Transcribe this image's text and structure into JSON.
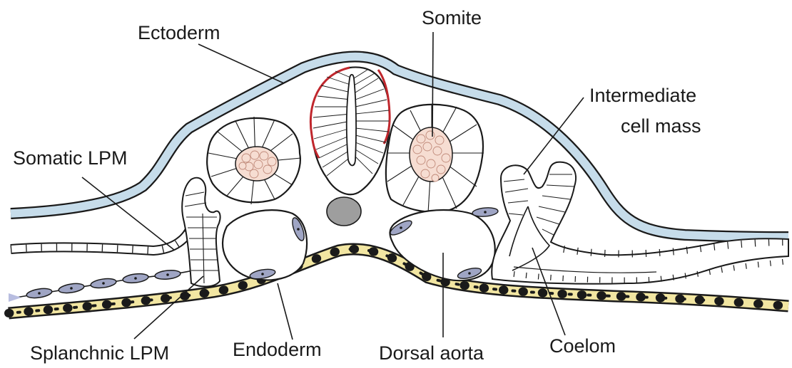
{
  "labels": {
    "ectoderm": "Ectoderm",
    "somite": "Somite",
    "intermediate_line1": "Intermediate",
    "intermediate_line2": "cell mass",
    "somatic_lpm": "Somatic LPM",
    "splanchnic_lpm": "Splanchnic LPM",
    "endoderm": "Endoderm",
    "dorsal_aorta": "Dorsal aorta",
    "coelom": "Coelom"
  },
  "colors": {
    "ectoderm_fill": "#c6dcea",
    "endoderm_fill": "#f2e6a2",
    "notochord_fill": "#9e9e9e",
    "somite_core_fill": "#f6ddd2",
    "somite_edge": "#c0272d",
    "aorta_cell_fill": "#9fa5c4",
    "outline": "#1a1a1a"
  }
}
